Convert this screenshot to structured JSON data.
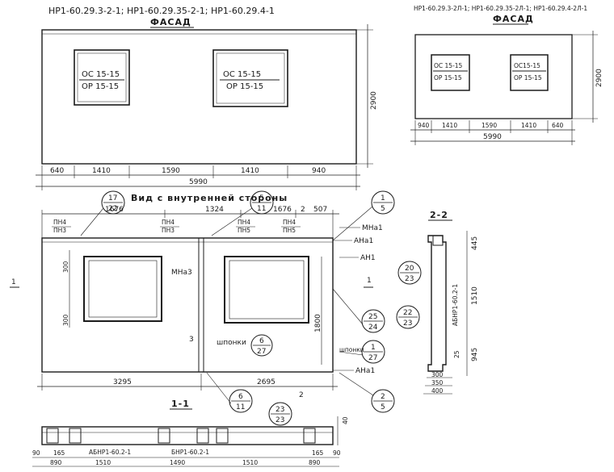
{
  "left_header": "НР1-60.29.3-2-1;   НР1-60.29.35-2-1;   НР1-60.29.4-1",
  "left_title": "ФАСАД",
  "left_window_top": "ОС 15-15",
  "left_window_bottom": "ОР 15-15",
  "left_height": "2900",
  "left_dims": [
    "640",
    "1410",
    "1590",
    "1410",
    "940"
  ],
  "left_total": "5990",
  "right_header": "НР1-60.29.3-2Л-1; НР1-60.29.35-2Л-1; НР1-60.29.4-2Л-1",
  "right_title": "ФАСАД",
  "right_win1_top": "ОС 15-15",
  "right_win1_bottom": "ОР 15-15",
  "right_win2_top": "ОС15-15",
  "right_win2_bottom": "ОР 15-15",
  "right_height": "2900",
  "right_dims": [
    "940",
    "1410",
    "1590",
    "1410",
    "640"
  ],
  "right_total": "5990",
  "inner_title": "Вид с внутренней стороны",
  "inner_top_dims": [
    "1676",
    "1324",
    "1676",
    "507"
  ],
  "inner_top_num": "2",
  "pn_labels": [
    "ПН4",
    "ПН3",
    "ПН4",
    "ПН3",
    "ПН4",
    "ПН5",
    "ПН4",
    "ПН5"
  ],
  "mna3": "МНа3",
  "mna1": "МНа1",
  "ana1_a": "АНа1",
  "an1": "АН1",
  "shponki": "шпонки",
  "shponki2": "шпонки",
  "ana1_b": "АНа1",
  "inner_dim_300a": "300",
  "inner_dim_300b": "300",
  "inner_dim_1800": "1800",
  "inner_dim_3": "3",
  "inner_bottom_dims": [
    "3295",
    "2695"
  ],
  "callouts": {
    "c1": [
      "17",
      "22"
    ],
    "c2": [
      "5",
      "11"
    ],
    "c3": [
      "1",
      "5"
    ],
    "c4": [
      "25",
      "24"
    ],
    "c5": [
      "6",
      "27"
    ],
    "c6": [
      "1",
      "27"
    ],
    "c7": [
      "6",
      "11"
    ],
    "c8": [
      "23",
      "23"
    ],
    "c9": [
      "2",
      "5"
    ],
    "c10": [
      "22",
      "23"
    ],
    "c11": [
      "20",
      "23"
    ]
  },
  "section_11": "1-1",
  "section_22": "2-2",
  "section_marks": [
    "1",
    "1",
    "2"
  ],
  "s22_label": "АБНР1-60.2-1",
  "s22_dims": [
    "445",
    "1510",
    "945",
    "25"
  ],
  "s22_bottom": [
    "300",
    "350",
    "400"
  ],
  "s11_labels": [
    "АБНР1-60.2-1",
    "БНР1-60.2-1"
  ],
  "s11_dims": [
    "90",
    "165",
    "890",
    "1510",
    "1490",
    "1510",
    "165",
    "890",
    "90"
  ],
  "s11_right": "40"
}
